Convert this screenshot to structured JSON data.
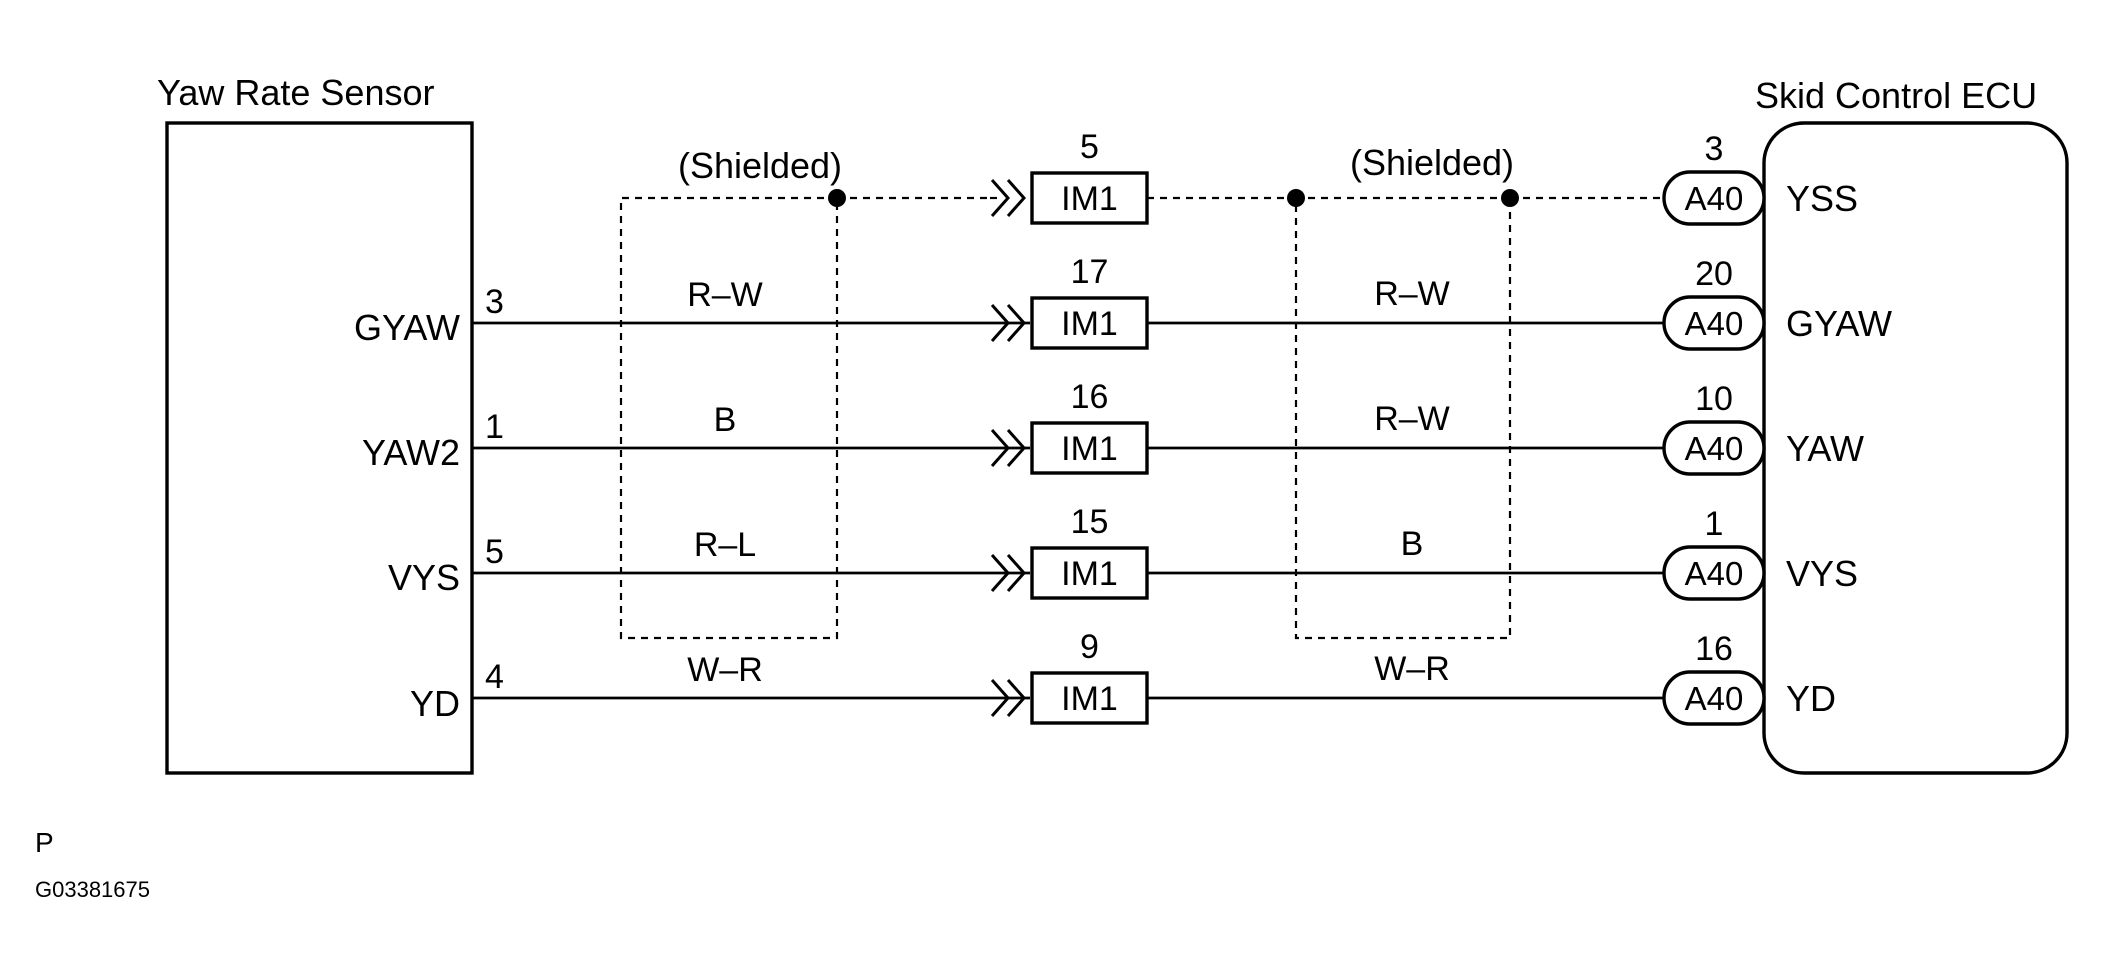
{
  "left_component": {
    "title": "Yaw Rate Sensor",
    "pins": [
      {
        "name": "GYAW",
        "number": "3"
      },
      {
        "name": "YAW2",
        "number": "1"
      },
      {
        "name": "VYS",
        "number": "5"
      },
      {
        "name": "YD",
        "number": "4"
      }
    ]
  },
  "right_component": {
    "title": "Skid Control ECU",
    "pins": [
      "YSS",
      "GYAW",
      "YAW",
      "VYS",
      "YD"
    ]
  },
  "shield_labels": [
    "(Shielded)",
    "(Shielded)"
  ],
  "rows": [
    {
      "inter_label": "IM1",
      "inter_pin": "5",
      "left_wire": "",
      "right_wire": "",
      "ecu_connector": "A40",
      "ecu_pin": "3",
      "ecu_terminal": "YSS",
      "shielded": true
    },
    {
      "inter_label": "IM1",
      "inter_pin": "17",
      "left_wire": "R–W",
      "right_wire": "R–W",
      "ecu_connector": "A40",
      "ecu_pin": "20",
      "ecu_terminal": "GYAW",
      "shielded": false
    },
    {
      "inter_label": "IM1",
      "inter_pin": "16",
      "left_wire": "B",
      "right_wire": "R–W",
      "ecu_connector": "A40",
      "ecu_pin": "10",
      "ecu_terminal": "YAW",
      "shielded": false
    },
    {
      "inter_label": "IM1",
      "inter_pin": "15",
      "left_wire": "R–L",
      "right_wire": "B",
      "ecu_connector": "A40",
      "ecu_pin": "1",
      "ecu_terminal": "VYS",
      "shielded": false
    },
    {
      "inter_label": "IM1",
      "inter_pin": "9",
      "left_wire": "W–R",
      "right_wire": "W–R",
      "ecu_connector": "A40",
      "ecu_pin": "16",
      "ecu_terminal": "YD",
      "shielded": false
    }
  ],
  "footer": {
    "letter": "P",
    "code": "G03381675"
  }
}
